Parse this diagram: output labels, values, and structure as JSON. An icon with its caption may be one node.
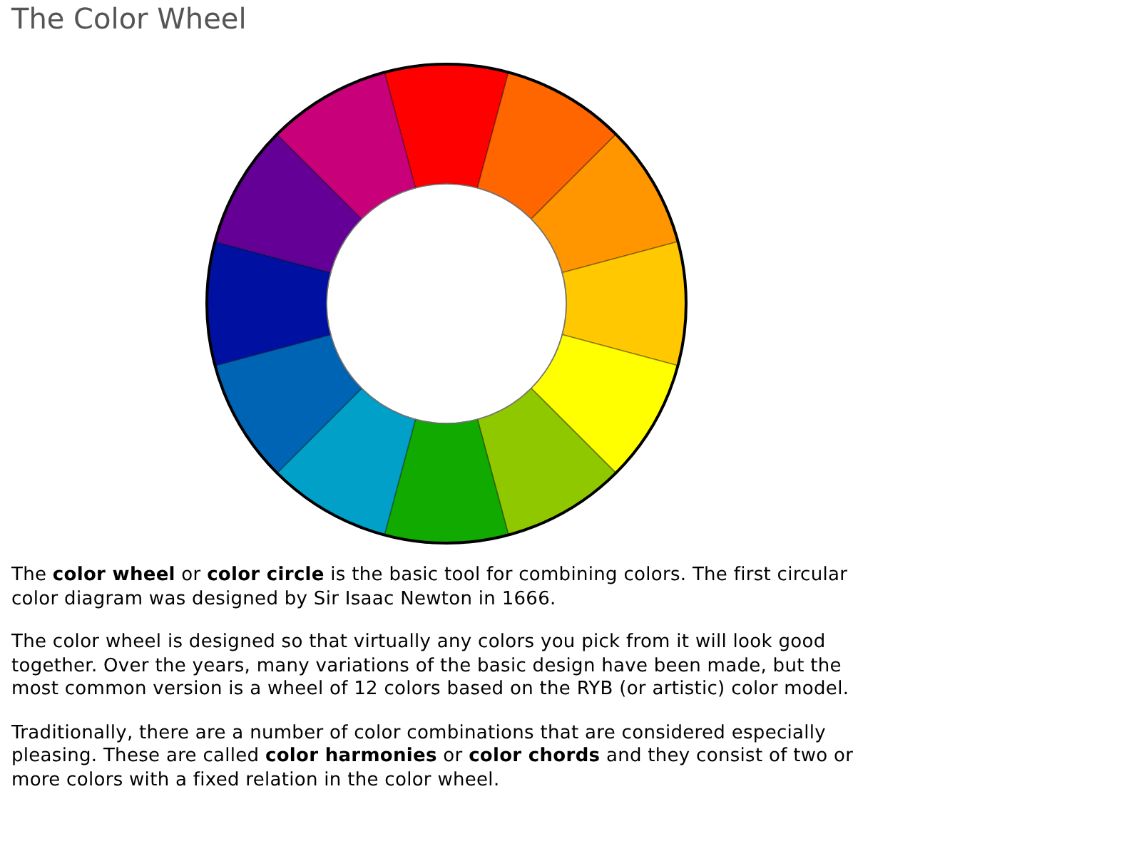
{
  "diagram": {
    "title": "The Color Wheel",
    "labels": [
      "The **color wheel** or **color circle** is the basic tool for combining colors. The first circular color diagram was designed by Sir Isaac Newton in 1666.",
      "The color wheel is designed so that virtually any colors you pick from it will look good together. Over the years, many variations of the basic design have been made, but the most common version is a wheel of 12 colors based on the RYB (or artistic) color model.",
      "Traditionally, there are a number of color combinations that are considered especially pleasing. These are called **color harmonies** or **color chords** and they consist of two or more colors with a fixed relation in the color wheel."
    ]
  }
}
